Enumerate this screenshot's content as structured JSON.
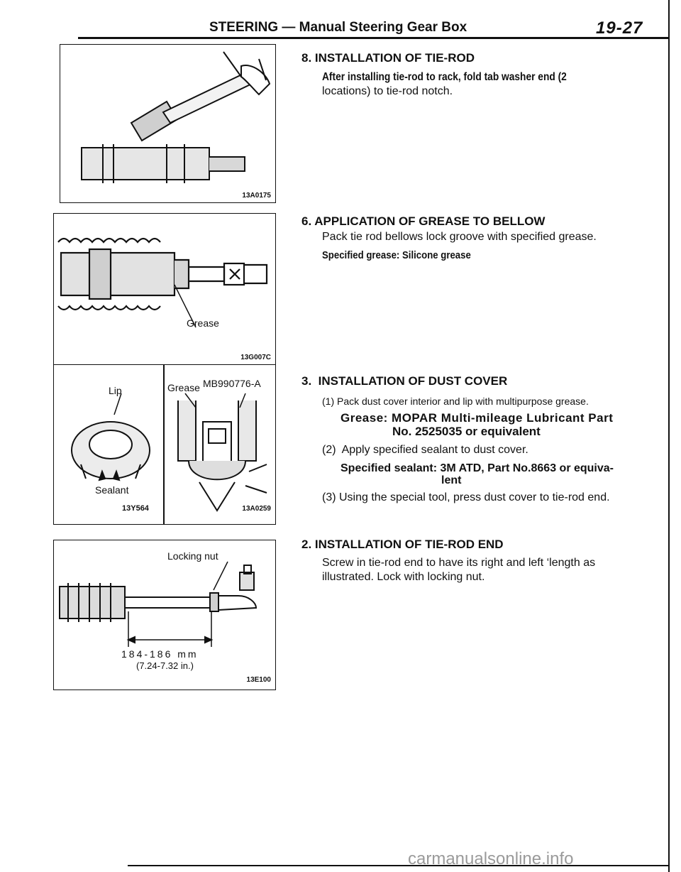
{
  "header": {
    "title": "STEERING — Manual Steering Gear Box",
    "page": "19-27"
  },
  "figures": {
    "fig1": {
      "code": "13A0175"
    },
    "fig2": {
      "label": "Grease",
      "code": "13G007C"
    },
    "fig3a": {
      "lip": "Lip",
      "sealant": "Sealant",
      "code": "13Y564"
    },
    "fig3b": {
      "grease": "Grease",
      "tool": "MB990776-A",
      "code": "13A0259"
    },
    "fig4": {
      "nut": "Locking nut",
      "dim_mm": "184-186 mm",
      "dim_in": "(7.24-7.32 in.)",
      "code": "13E100"
    }
  },
  "sections": {
    "s8": {
      "title": "8. INSTALLATION OF TIE-ROD",
      "line1": "After installing tie-rod to rack, fold tab washer end (2",
      "line2": "locations) to tie-rod notch."
    },
    "s6": {
      "title": "6. APPLICATION OF GREASE TO BELLOW",
      "body": "Pack tie rod bellows lock groove with specified grease.",
      "spec": "Specified grease: Silicone grease"
    },
    "s3": {
      "title": "3.  INSTALLATION OF DUST COVER",
      "step1": "(1) Pack dust cover interior and lip with multipurpose grease.",
      "grease_line1": "Grease: MOPAR Multi-mileage Lubricant Part",
      "grease_line2": "No. 2525035 or equivalent",
      "step2": "(2)  Apply specified sealant to dust cover.",
      "sealant_line1": "Specified sealant: 3M ATD, Part No.8663 or equiva-",
      "sealant_line2": "lent",
      "step3": "(3) Using the special tool, press dust cover to tie-rod end."
    },
    "s2": {
      "title": "2. INSTALLATION OF TIE-ROD END",
      "line1": "Screw in tie-rod end to have its right and left ‘length as",
      "line2": "illustrated. Lock with locking nut."
    }
  },
  "footer": {
    "watermark": "carmanualsonline.info"
  }
}
